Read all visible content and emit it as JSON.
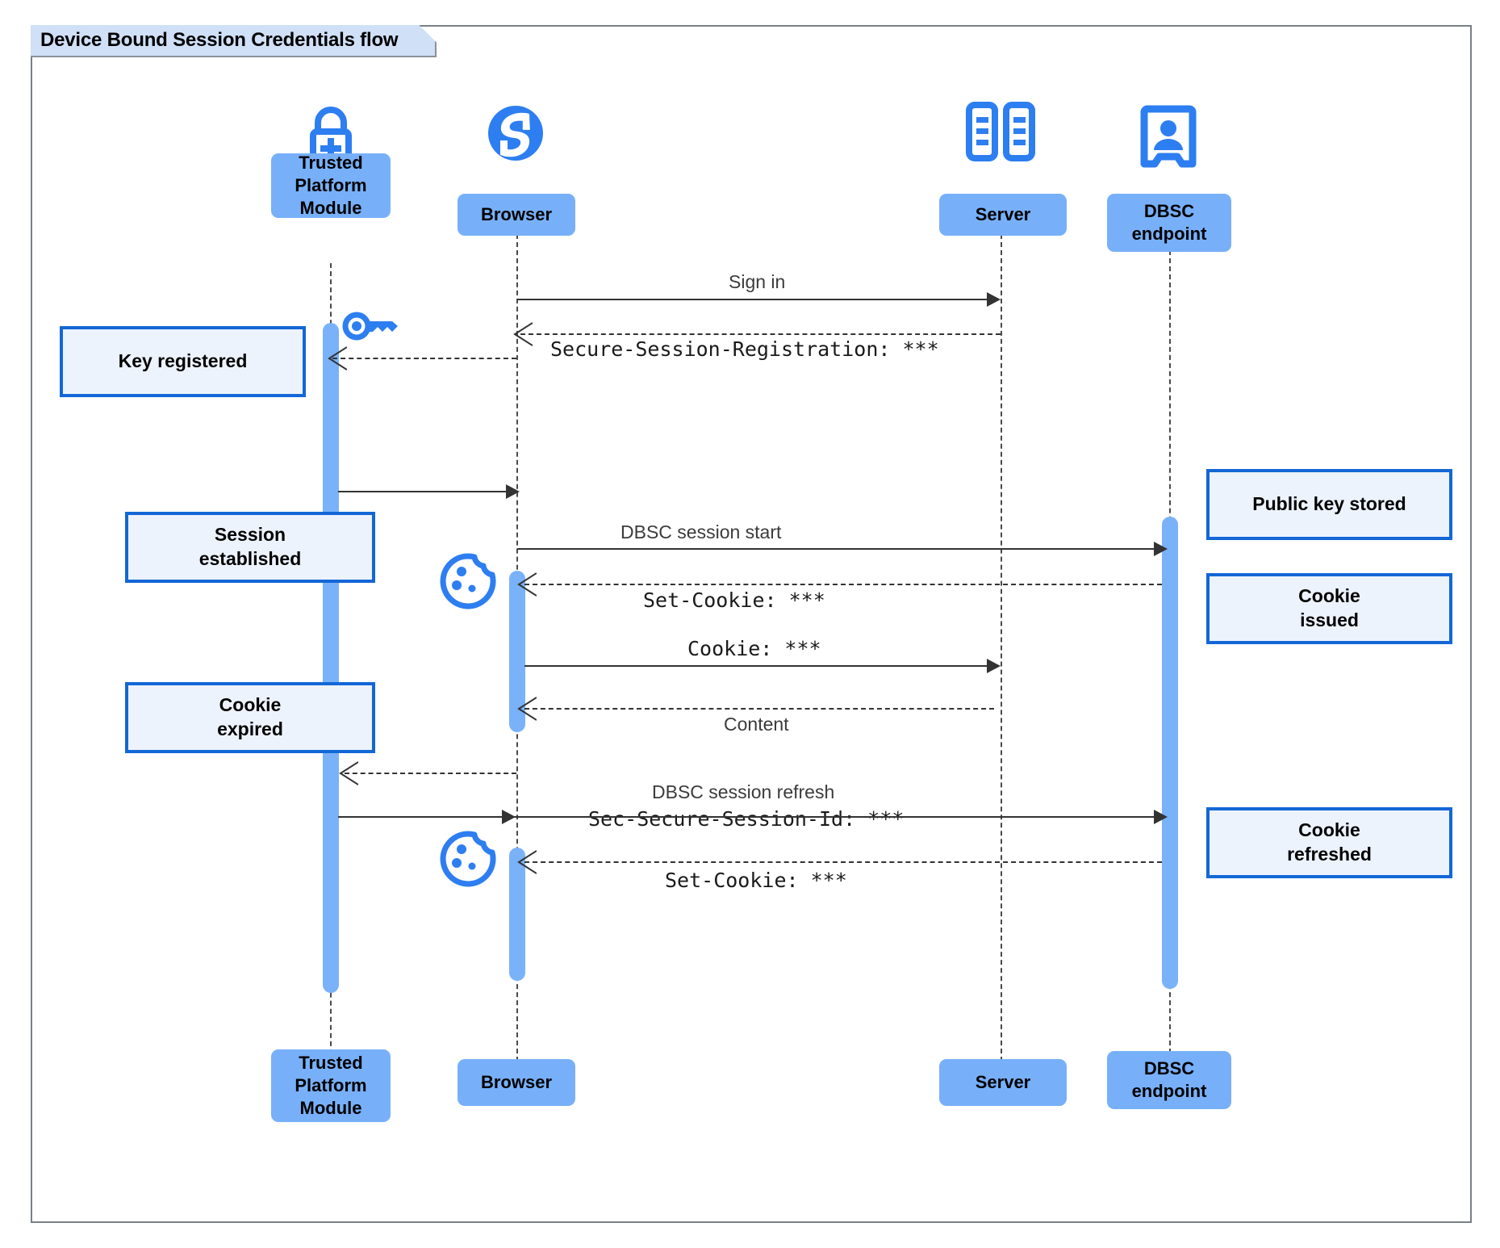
{
  "diagram": {
    "type": "uml-sequence",
    "title": "Device Bound Session Credentials flow",
    "colors": {
      "participant_fill": "#77b0f9",
      "activation_fill": "#79b2f9",
      "note_fill": "#edf3fd",
      "note_border": "#1367d6",
      "icon_blue": "#2d7ef0",
      "frame_border": "#777f86",
      "title_fill": "#cfe0f7",
      "line": "#333333"
    }
  },
  "participants": [
    {
      "id": "tpm",
      "label": "Trusted\nPlatform\nModule",
      "label_line1": "Trusted",
      "label_line2": "Platform",
      "label_line3": "Module",
      "icon": "lock-plus-icon"
    },
    {
      "id": "browser",
      "label": "Browser",
      "icon": "globe-icon"
    },
    {
      "id": "server",
      "label": "Server",
      "icon": "server-racks-icon"
    },
    {
      "id": "dbsc",
      "label": "DBSC\nendpoint",
      "label_line1": "DBSC",
      "label_line2": "endpoint",
      "icon": "id-badge-icon"
    }
  ],
  "messages": [
    {
      "id": "m1",
      "from": "browser",
      "to": "server",
      "label": "Sign in",
      "style": "solid",
      "font": "sans"
    },
    {
      "id": "m2",
      "from": "server",
      "to": "browser",
      "label": "Secure-Session-Registration: ***",
      "style": "dashed",
      "font": "mono"
    },
    {
      "id": "m3",
      "from": "tpm",
      "to": "browser",
      "label": "",
      "style": "solid",
      "font": "sans"
    },
    {
      "id": "m4",
      "from": "browser",
      "to": "dbsc",
      "label": "DBSC session start",
      "style": "solid",
      "font": "sans"
    },
    {
      "id": "m5",
      "from": "dbsc",
      "to": "browser",
      "label": "Set-Cookie: ***",
      "style": "dashed",
      "font": "mono"
    },
    {
      "id": "m6",
      "from": "browser",
      "to": "server",
      "label": "Cookie: ***",
      "style": "solid",
      "font": "mono"
    },
    {
      "id": "m7",
      "from": "server",
      "to": "browser",
      "label": "Content",
      "style": "dashed",
      "font": "sans"
    },
    {
      "id": "m8",
      "from": "browser",
      "to": "tpm",
      "label": "",
      "style": "dashed",
      "font": "sans"
    },
    {
      "id": "m9",
      "from": "tpm",
      "to": "dbsc",
      "label_line1": "DBSC session refresh",
      "label_line2": "Sec-Secure-Session-Id: ***",
      "style": "solid",
      "font": "mixed"
    },
    {
      "id": "m10",
      "from": "dbsc",
      "to": "browser",
      "label": "Set-Cookie: ***",
      "style": "dashed",
      "font": "mono"
    }
  ],
  "notes": [
    {
      "id": "n1",
      "side": "left",
      "text": "Key registered",
      "attached_to": "tpm"
    },
    {
      "id": "n2",
      "side": "left",
      "text_line1": "Session",
      "text_line2": "established",
      "attached_to": "tpm"
    },
    {
      "id": "n3",
      "side": "left",
      "text_line1": "Cookie",
      "text_line2": "expired",
      "attached_to": "tpm"
    },
    {
      "id": "n4",
      "side": "right",
      "text": "Public key stored",
      "attached_to": "dbsc"
    },
    {
      "id": "n5",
      "side": "right",
      "text_line1": "Cookie",
      "text_line2": "issued",
      "attached_to": "dbsc"
    },
    {
      "id": "n6",
      "side": "right",
      "text_line1": "Cookie",
      "text_line2": "refreshed",
      "attached_to": "dbsc"
    }
  ],
  "inline_icons": [
    {
      "id": "key1",
      "name": "key-icon",
      "near": "tpm"
    },
    {
      "id": "cookie1",
      "name": "cookie-icon",
      "near": "browser"
    },
    {
      "id": "cookie2",
      "name": "cookie-icon",
      "near": "browser"
    }
  ]
}
